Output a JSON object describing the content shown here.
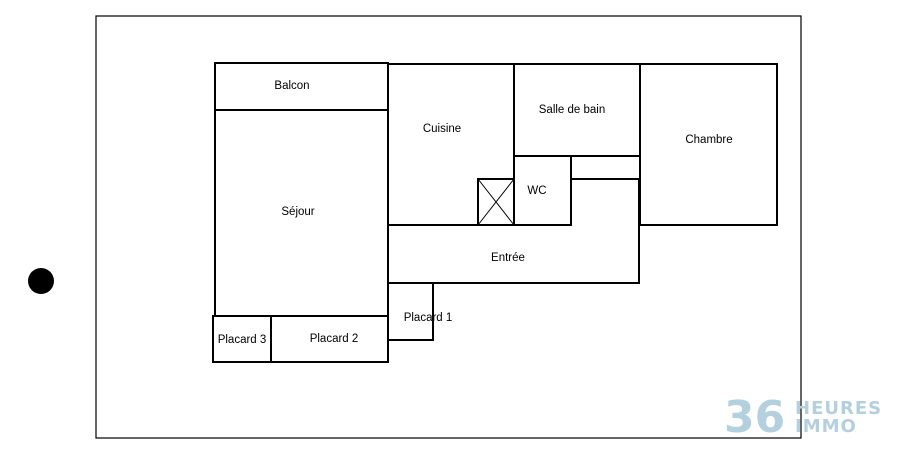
{
  "rooms": {
    "balcon": "Balcon",
    "cuisine": "Cuisine",
    "salle_de_bain": "Salle de bain",
    "chambre": "Chambre",
    "wc": "WC",
    "sejour": "Séjour",
    "entree": "Entrée",
    "placard_1": "Placard 1",
    "placard_2": "Placard 2",
    "placard_3": "Placard 3"
  },
  "watermark": {
    "number": "36",
    "word_top": "HEURES",
    "word_bottom": "IMMO"
  },
  "colors": {
    "walls": "#000000",
    "watermark": "#b3d0de"
  }
}
